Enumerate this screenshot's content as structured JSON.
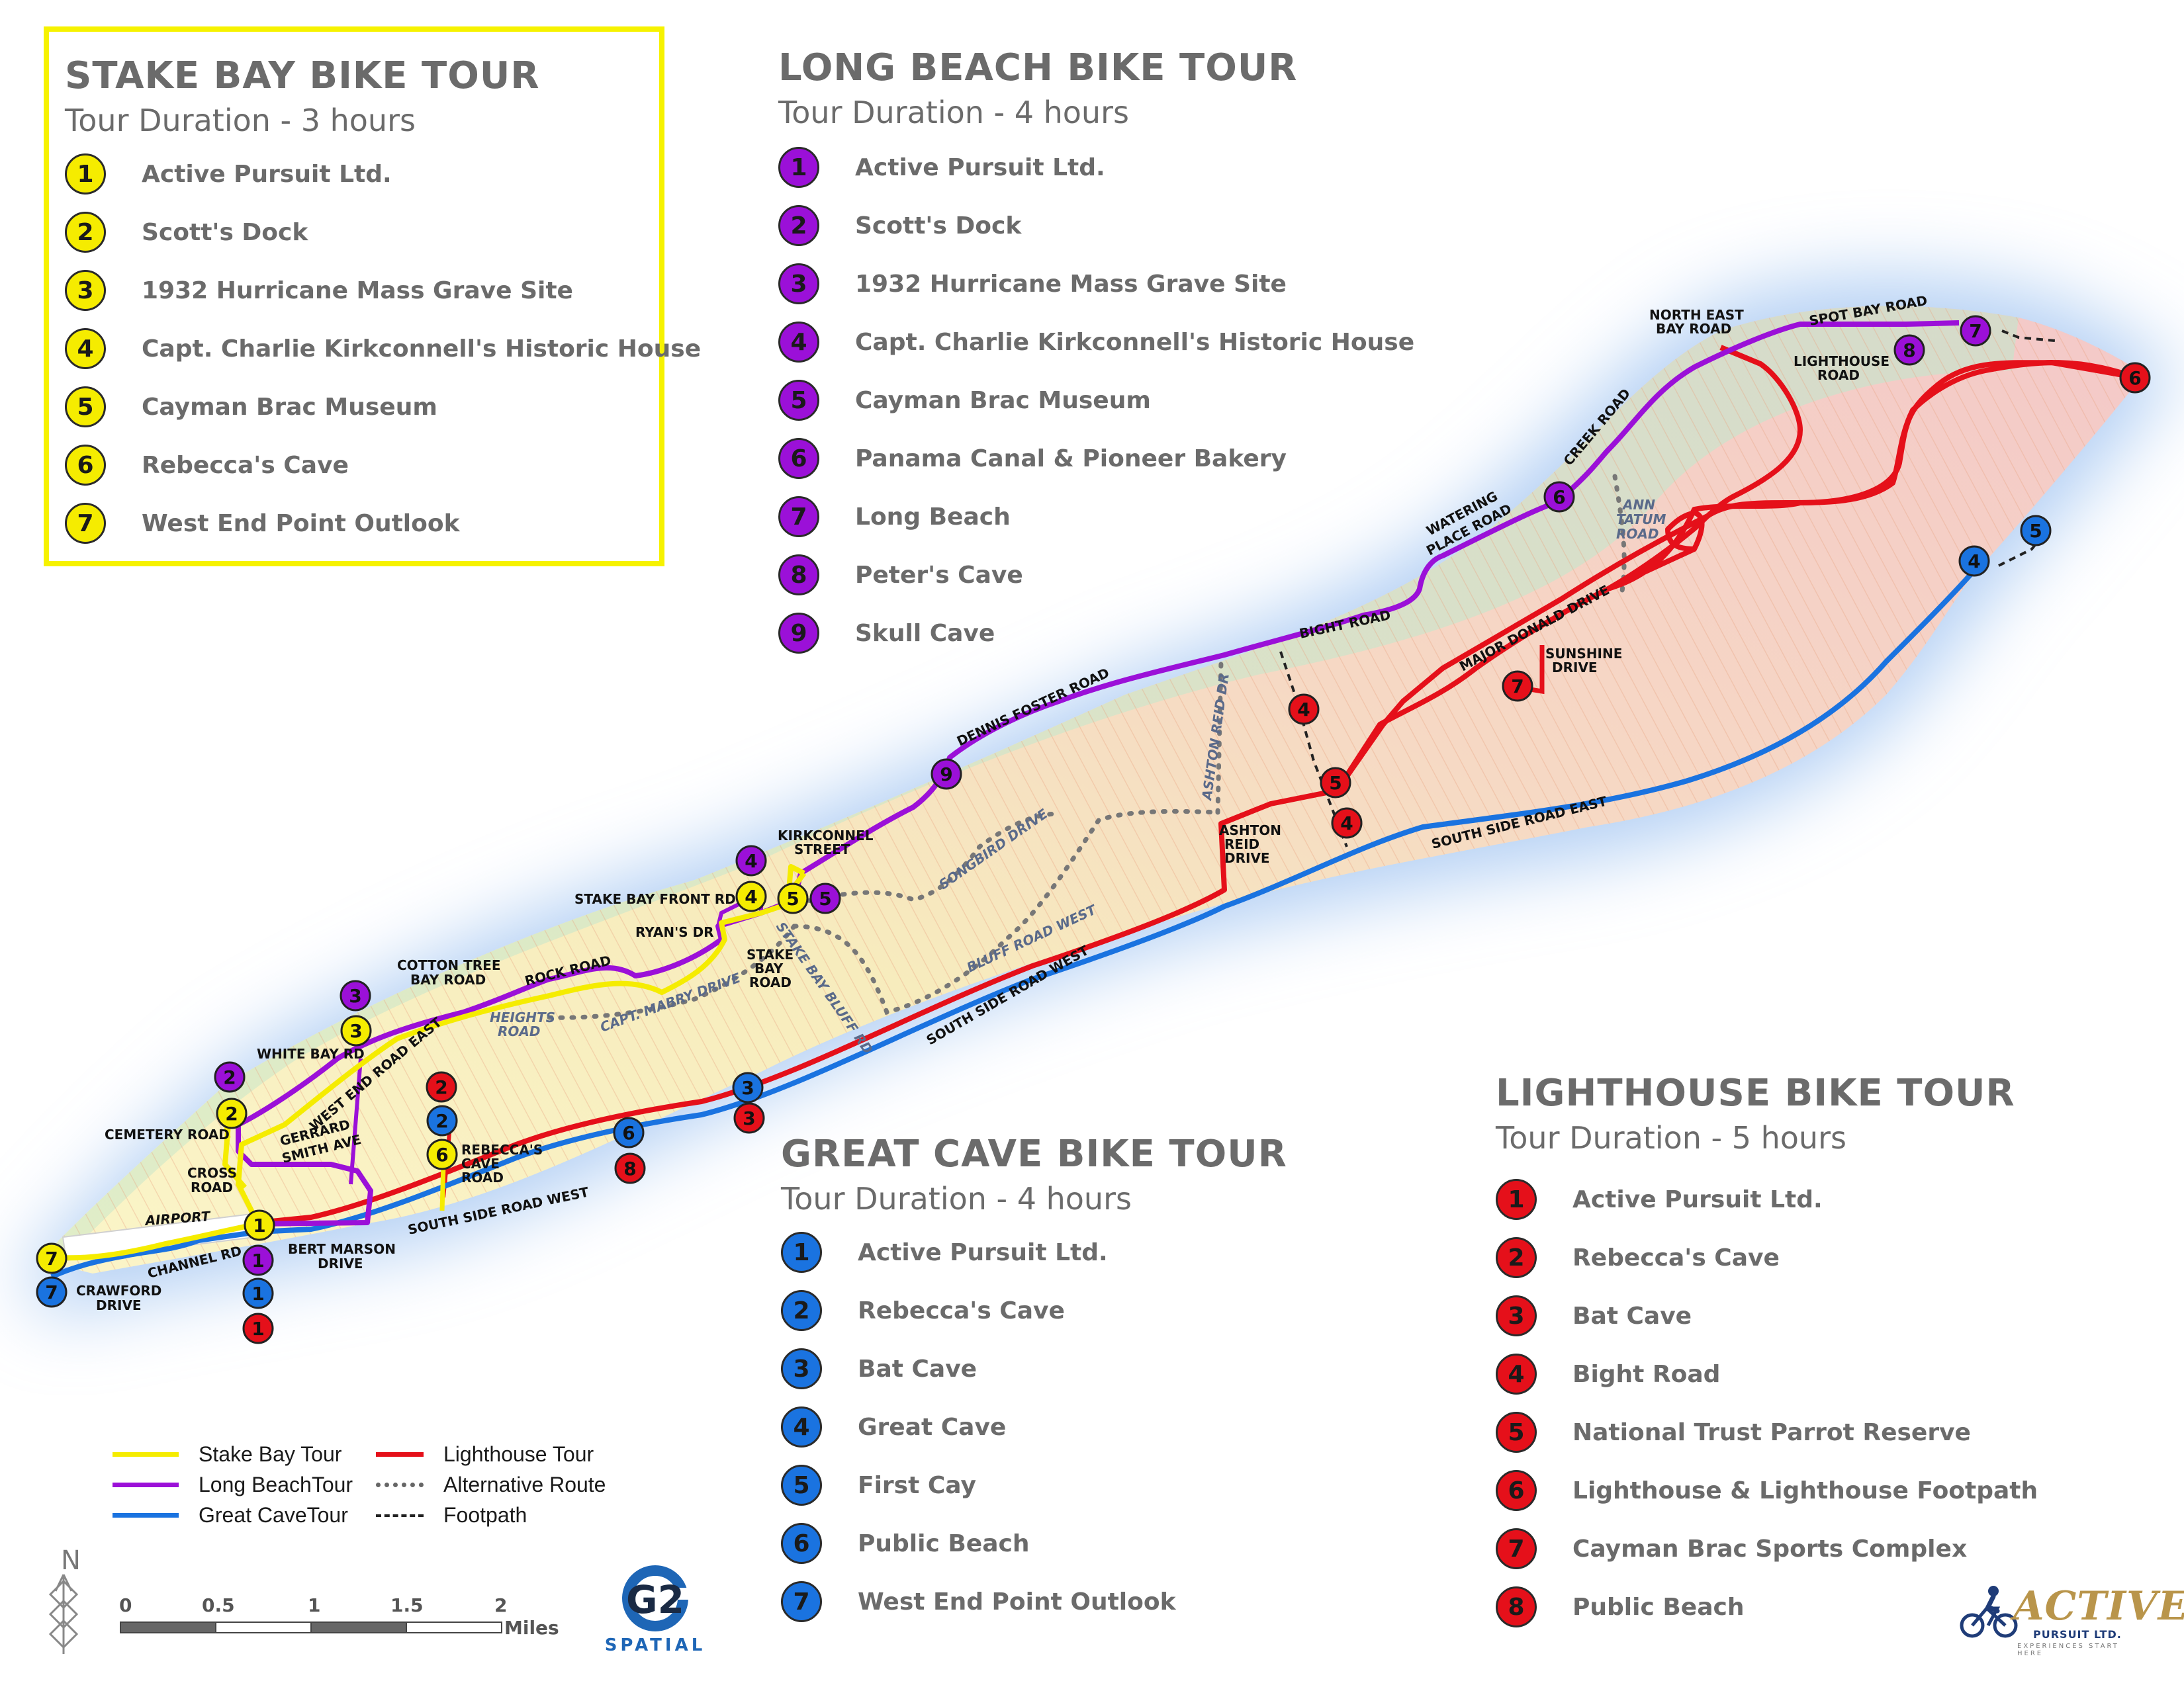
{
  "tours": {
    "stake_bay": {
      "title": "STAKE BAY BIKE TOUR",
      "duration": "Tour Duration - 3 hours",
      "color": "#f5ec00",
      "stops": [
        {
          "num": "1",
          "label": "Active Pursuit Ltd."
        },
        {
          "num": "2",
          "label": "Scott's Dock"
        },
        {
          "num": "3",
          "label": "1932 Hurricane Mass Grave Site"
        },
        {
          "num": "4",
          "label": "Capt. Charlie Kirkconnell's Historic House"
        },
        {
          "num": "5",
          "label": "Cayman Brac Museum"
        },
        {
          "num": "6",
          "label": "Rebecca's Cave"
        },
        {
          "num": "7",
          "label": "West End Point Outlook"
        }
      ]
    },
    "long_beach": {
      "title": "LONG BEACH BIKE TOUR",
      "duration": "Tour Duration - 4 hours",
      "color": "#9b10d8",
      "stops": [
        {
          "num": "1",
          "label": "Active Pursuit Ltd."
        },
        {
          "num": "2",
          "label": "Scott's Dock"
        },
        {
          "num": "3",
          "label": "1932 Hurricane Mass Grave Site"
        },
        {
          "num": "4",
          "label": "Capt. Charlie Kirkconnell's Historic House"
        },
        {
          "num": "5",
          "label": "Cayman Brac Museum"
        },
        {
          "num": "6",
          "label": "Panama Canal & Pioneer Bakery"
        },
        {
          "num": "7",
          "label": "Long Beach"
        },
        {
          "num": "8",
          "label": "Peter's Cave"
        },
        {
          "num": "9",
          "label": "Skull Cave"
        }
      ]
    },
    "great_cave": {
      "title": "GREAT CAVE BIKE TOUR",
      "duration": "Tour Duration - 4 hours",
      "color": "#1a73e0",
      "stops": [
        {
          "num": "1",
          "label": "Active Pursuit Ltd."
        },
        {
          "num": "2",
          "label": "Rebecca's Cave"
        },
        {
          "num": "3",
          "label": "Bat Cave"
        },
        {
          "num": "4",
          "label": "Great Cave"
        },
        {
          "num": "5",
          "label": "First Cay"
        },
        {
          "num": "6",
          "label": "Public Beach"
        },
        {
          "num": "7",
          "label": "West End Point Outlook"
        }
      ]
    },
    "lighthouse": {
      "title": "LIGHTHOUSE BIKE TOUR",
      "duration": "Tour Duration - 5 hours",
      "color": "#e5101a",
      "stops": [
        {
          "num": "1",
          "label": "Active Pursuit Ltd."
        },
        {
          "num": "2",
          "label": "Rebecca's Cave"
        },
        {
          "num": "3",
          "label": "Bat Cave"
        },
        {
          "num": "4",
          "label": "Bight Road"
        },
        {
          "num": "5",
          "label": "National Trust Parrot Reserve"
        },
        {
          "num": "6",
          "label": "Lighthouse & Lighthouse Footpath"
        },
        {
          "num": "7",
          "label": "Cayman Brac Sports Complex"
        },
        {
          "num": "8",
          "label": "Public Beach"
        }
      ]
    }
  },
  "legend": {
    "stake_bay": "Stake Bay Tour",
    "long_beach": "Long BeachTour",
    "great_cave": "Great CaveTour",
    "lighthouse": "Lighthouse Tour",
    "alternative": "Alternative Route",
    "footpath": "Footpath"
  },
  "scale": {
    "ticks": [
      "0",
      "0.5",
      "1",
      "1.5",
      "2"
    ],
    "units": "Miles"
  },
  "north_label": "N",
  "logos": {
    "spatial": "SPATIAL",
    "spatial_mark": "G2",
    "active_name": "ACTIVE",
    "active_sub": "PURSUIT LTD.",
    "active_tagline": "EXPERIENCES START HERE"
  },
  "map_labels": {
    "airport": "AIRPORT",
    "channel_rd": "CHANNEL RD",
    "crawford_drive": [
      "CRAWFORD",
      "DRIVE"
    ],
    "cemetery_road": "CEMETERY ROAD",
    "cross_road": [
      "CROSS",
      "ROAD"
    ],
    "white_bay_rd": "WHITE BAY RD",
    "gerrard_smith": [
      "GERRARD",
      "SMITH AVE"
    ],
    "west_end_road_east": "WEST END ROAD EAST",
    "bert_marson": [
      "BERT MARSON",
      "DRIVE"
    ],
    "cotton_tree": [
      "COTTON TREE",
      "BAY ROAD"
    ],
    "rock_road": "ROCK ROAD",
    "heights_road": [
      "HEIGHTS",
      "ROAD"
    ],
    "capt_mabry": "CAPT. MABRY DRIVE",
    "rebeccas_cave_road": [
      "REBECCA'S",
      "CAVE",
      "ROAD"
    ],
    "south_side_road_west_1": "SOUTH SIDE ROAD WEST",
    "south_side_road_west_2": "SOUTH SIDE ROAD WEST",
    "stake_bay_front": "STAKE BAY FRONT RD",
    "ryans_dr": "RYAN'S DR",
    "kirkconnel": [
      "KIRKCONNEL",
      "STREET"
    ],
    "stake_bay_road": [
      "STAKE",
      "BAY",
      "ROAD"
    ],
    "stake_bay_bluff": "STAKE BAY BLUFF RD",
    "songbird": "SONGBIRD DRIVE",
    "bluff_road_west": "BLUFF ROAD WEST",
    "dennis_foster": "DENNIS FOSTER ROAD",
    "ashton_reid_dr": "ASHTON REID DR",
    "ashton_reid_drive": [
      "ASHTON",
      "REID",
      "DRIVE"
    ],
    "bight_road": "BIGHT ROAD",
    "major_donald": "MAJOR DONALD DRIVE",
    "sunshine": [
      "SUNSHINE",
      "DRIVE"
    ],
    "south_side_road_east": "SOUTH SIDE ROAD EAST",
    "watering_place": [
      "WATERING",
      "PLACE ROAD"
    ],
    "creek_road": "CREEK ROAD",
    "ann_tatum": [
      "ANN",
      "TATUM",
      "ROAD"
    ],
    "north_east_bay": [
      "NORTH EAST",
      "BAY ROAD"
    ],
    "spot_bay": "SPOT BAY ROAD",
    "lighthouse_road": [
      "LIGHTHOUSE",
      "ROAD"
    ]
  },
  "map_markers": [
    {
      "tour": "stake_bay",
      "num": "1"
    },
    {
      "tour": "stake_bay",
      "num": "2"
    },
    {
      "tour": "stake_bay",
      "num": "3"
    },
    {
      "tour": "stake_bay",
      "num": "4"
    },
    {
      "tour": "stake_bay",
      "num": "5"
    },
    {
      "tour": "stake_bay",
      "num": "6"
    },
    {
      "tour": "stake_bay",
      "num": "7"
    },
    {
      "tour": "long_beach",
      "num": "1"
    },
    {
      "tour": "long_beach",
      "num": "2"
    },
    {
      "tour": "long_beach",
      "num": "3"
    },
    {
      "tour": "long_beach",
      "num": "4"
    },
    {
      "tour": "long_beach",
      "num": "5"
    },
    {
      "tour": "long_beach",
      "num": "6"
    },
    {
      "tour": "long_beach",
      "num": "7"
    },
    {
      "tour": "long_beach",
      "num": "8"
    },
    {
      "tour": "long_beach",
      "num": "9"
    },
    {
      "tour": "great_cave",
      "num": "1"
    },
    {
      "tour": "great_cave",
      "num": "2"
    },
    {
      "tour": "great_cave",
      "num": "3"
    },
    {
      "tour": "great_cave",
      "num": "4"
    },
    {
      "tour": "great_cave",
      "num": "5"
    },
    {
      "tour": "great_cave",
      "num": "6"
    },
    {
      "tour": "great_cave",
      "num": "7"
    },
    {
      "tour": "lighthouse",
      "num": "1"
    },
    {
      "tour": "lighthouse",
      "num": "2"
    },
    {
      "tour": "lighthouse",
      "num": "3"
    },
    {
      "tour": "lighthouse",
      "num": "4"
    },
    {
      "tour": "lighthouse",
      "num": "4"
    },
    {
      "tour": "lighthouse",
      "num": "5"
    },
    {
      "tour": "lighthouse",
      "num": "6"
    },
    {
      "tour": "lighthouse",
      "num": "7"
    },
    {
      "tour": "lighthouse",
      "num": "8"
    }
  ]
}
